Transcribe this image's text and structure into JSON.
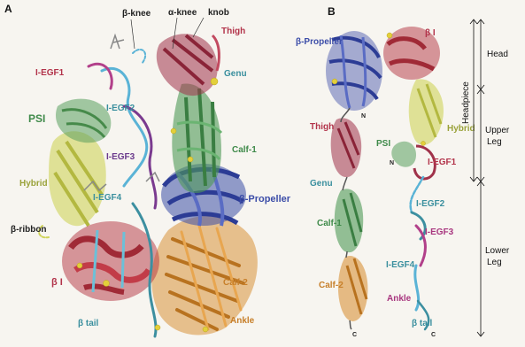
{
  "panels": {
    "a": {
      "letter": "A",
      "labels": {
        "beta_knee": "β-knee",
        "alpha_knee": "α-knee",
        "knob": "knob",
        "thigh": "Thigh",
        "i_egf1": "I-EGF1",
        "genu": "Genu",
        "i_egf2": "I-EGF2",
        "psi": "PSI",
        "i_egf3": "I-EGF3",
        "calf1": "Calf-1",
        "hybrid": "Hybrid",
        "i_egf4": "I-EGF4",
        "beta_propeller": "β-Propeller",
        "beta_ribbon": "β-ribbon",
        "beta_i": "β I",
        "calf2": "Calf-2",
        "beta_tail": "β tail",
        "ankle": "Ankle"
      }
    },
    "b": {
      "letter": "B",
      "labels": {
        "beta_propeller": "β-Propeller",
        "beta_i": "β I",
        "hybrid": "Hybrid",
        "n_terminus_1": "N",
        "thigh": "Thigh",
        "psi": "PSI",
        "n_terminus_2": "N",
        "i_egf1": "I-EGF1",
        "genu": "Genu",
        "i_egf2": "I-EGF2",
        "calf1": "Calf-1",
        "i_egf3": "I-EGF3",
        "i_egf4": "I-EGF4",
        "calf2": "Calf-2",
        "ankle": "Ankle",
        "beta_tail": "β tail",
        "c_terminus_1": "C",
        "c_terminus_2": "C"
      },
      "regions": {
        "head": "Head",
        "headpiece": "Headpiece",
        "upper_leg_1": "Upper",
        "upper_leg_2": "Leg",
        "lower_leg_1": "Lower",
        "lower_leg_2": "Leg"
      }
    }
  },
  "colors": {
    "background": "#f7f5f0",
    "propeller": "#3d4fa8",
    "propeller_light": "#5a6cc4",
    "beta_i": "#b4333f",
    "hybrid": "#cfd35a",
    "psi": "#5a9e5e",
    "calf1": "#4f9a56",
    "calf2": "#d8923a",
    "thigh": "#a0324a",
    "egf_cyan": "#5ab3d6",
    "egf_purple": "#7a3a8f",
    "egf_magenta": "#b2408a",
    "egf_teal": "#3c8fa0",
    "ion": "#e3cf3a",
    "label_red": "#b2334a",
    "label_blue": "#3c4da8",
    "label_green": "#3f8a4a",
    "label_olive": "#9aa23a",
    "label_orange": "#c77f2a",
    "label_teal": "#3a8f9e",
    "label_purple": "#6b3a8c",
    "label_magenta": "#a8367f",
    "label_dark": "#222222"
  }
}
